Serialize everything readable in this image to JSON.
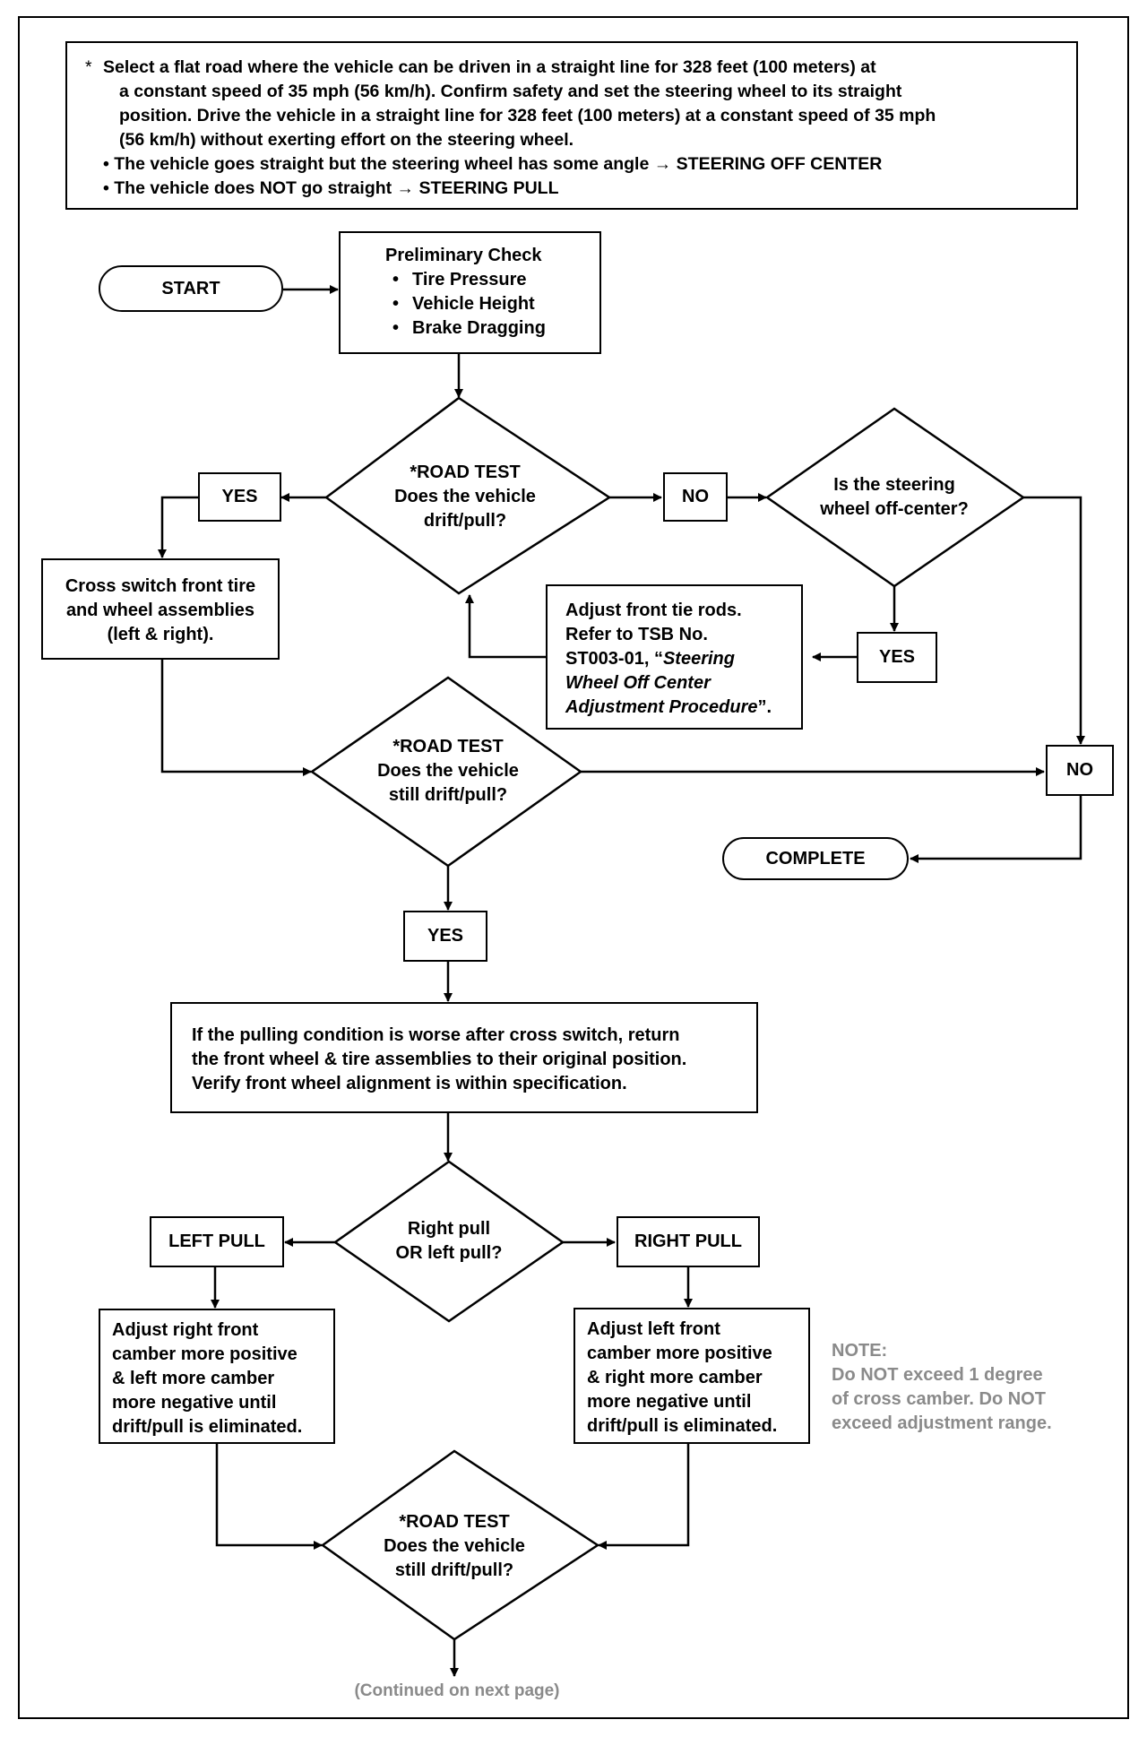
{
  "intro": {
    "star": "*",
    "line1": "Select a flat road where the vehicle can be driven in a straight line for 328 feet (100 meters) at",
    "line2": "a constant speed of 35 mph (56 km/h). Confirm safety and set the steering wheel to its straight",
    "line3": "position. Drive the vehicle in a straight line for 328 feet (100 meters) at a constant speed of 35 mph",
    "line4": "(56 km/h) without exerting effort on the steering wheel.",
    "bullet1": "• The vehicle goes straight but the steering wheel has some angle → STEERING OFF CENTER",
    "bullet2": "• The vehicle does NOT go straight → STEERING PULL"
  },
  "start": "START",
  "preliminary": {
    "title": "Preliminary Check",
    "items": [
      "Tire Pressure",
      "Vehicle Height",
      "Brake Dragging"
    ]
  },
  "road_test_1": {
    "line1": "*ROAD TEST",
    "line2": "Does the vehicle",
    "line3": "drift/pull?"
  },
  "yes_1": "YES",
  "no_1": "NO",
  "off_center_q": {
    "line1": "Is the steering",
    "line2": "wheel off-center?"
  },
  "cross_switch": {
    "line1": "Cross switch front tire",
    "line2": "and wheel assemblies",
    "line3": "(left & right)."
  },
  "adjust_tie_rods": {
    "line1": "Adjust front tie rods.",
    "line2": "Refer to TSB No.",
    "line3_plain": "ST003-01, “",
    "line3_italic": "Steering",
    "line4_italic": "Wheel Off Center",
    "line5_italic": "Adjustment Procedure",
    "line5_plain": "”."
  },
  "yes_2": "YES",
  "road_test_2": {
    "line1": "*ROAD TEST",
    "line2": "Does the vehicle",
    "line3": "still drift/pull?"
  },
  "no_2": "NO",
  "complete": "COMPLETE",
  "yes_3": "YES",
  "worse_box": {
    "line1": "If the pulling condition is worse after cross switch, return",
    "line2": "the front wheel & tire assemblies to their original position.",
    "line3": "Verify front wheel alignment is within specification."
  },
  "right_left_q": {
    "line1": "Right pull",
    "line2": "OR left pull?"
  },
  "left_pull": "LEFT PULL",
  "right_pull": "RIGHT PULL",
  "adjust_right": {
    "line1": "Adjust right front",
    "line2": "camber more positive",
    "line3": "& left more camber",
    "line4": "more negative until",
    "line5": "drift/pull is eliminated."
  },
  "adjust_left": {
    "line1": "Adjust left front",
    "line2": "camber more positive",
    "line3": "& right more camber",
    "line4": "more negative until",
    "line5": "drift/pull is eliminated."
  },
  "note": {
    "line1": "NOTE:",
    "line2": "Do NOT exceed 1 degree",
    "line3": "of cross camber. Do NOT",
    "line4": "exceed adjustment range."
  },
  "road_test_3": {
    "line1": "*ROAD TEST",
    "line2": "Does the vehicle",
    "line3": "still drift/pull?"
  },
  "continued": "(Continued on next page)"
}
